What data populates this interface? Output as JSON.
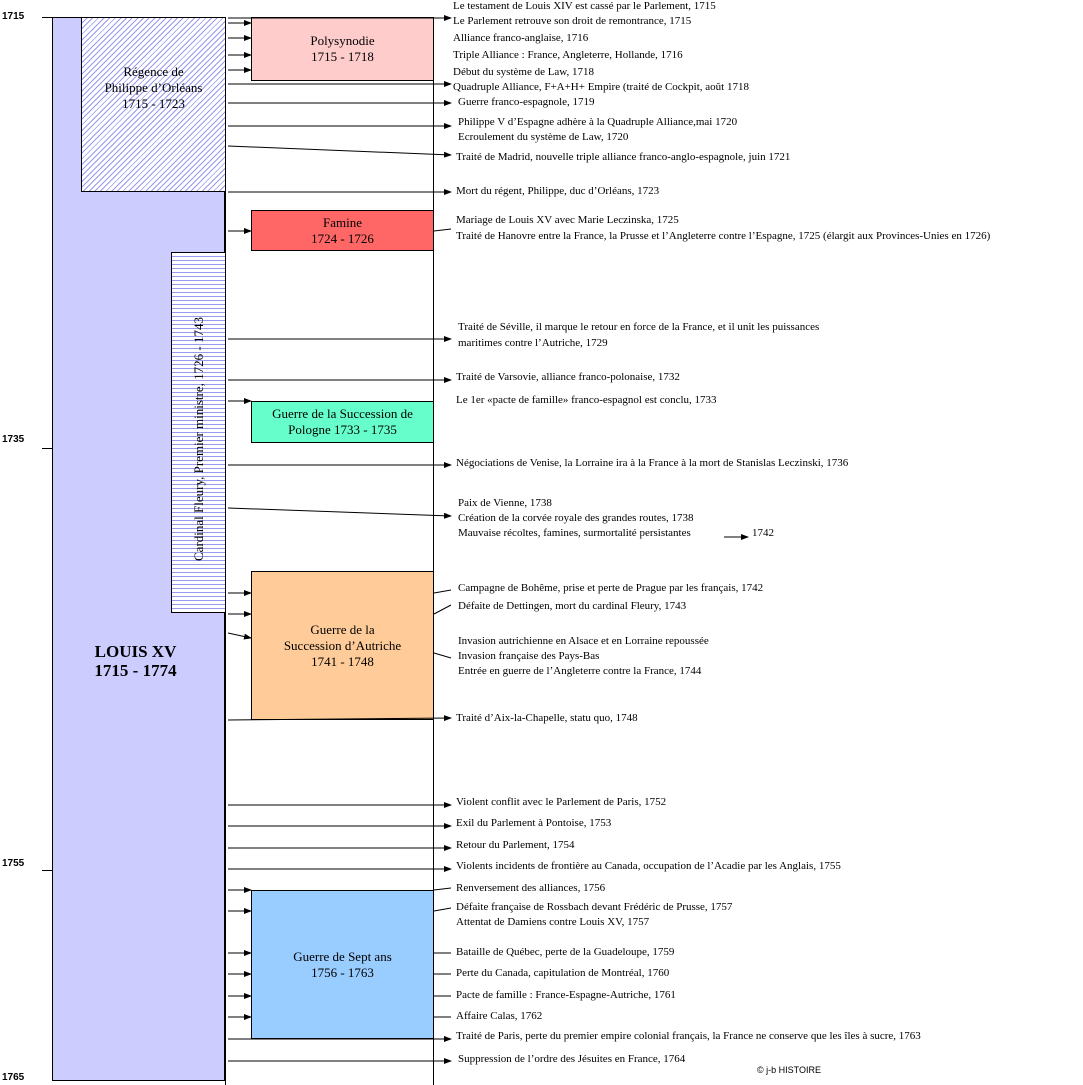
{
  "years": [
    "1715",
    "1735",
    "1755",
    "1765"
  ],
  "reign": {
    "name": "LOUIS XV",
    "dates": "1715 - 1774"
  },
  "regence": {
    "line1": "Régence de",
    "line2": "Philippe d’Orléans",
    "line3": "1715 - 1723"
  },
  "fleury": {
    "label": "Cardinal Fleury, Premier ministre, 1726 - 1743"
  },
  "boxes": {
    "polysynodie": {
      "line1": "Polysynodie",
      "line2": "1715 - 1718"
    },
    "famine": {
      "line1": "Famine",
      "line2": "1724 - 1726"
    },
    "pologne": {
      "line1": "Guerre de la Succession de",
      "line2": "Pologne 1733 - 1735"
    },
    "autriche": {
      "line1": "Guerre de la",
      "line2": "Succession d’Autriche",
      "line3": "1741 - 1748"
    },
    "septans": {
      "line1": "Guerre de Sept ans",
      "line2": "1756 - 1763"
    }
  },
  "events": [
    "Le testament de Louis XIV est cassé par le Parlement, 1715",
    "Le Parlement retrouve son droit de remontrance, 1715",
    "Alliance franco-anglaise, 1716",
    "Triple Alliance : France, Angleterre, Hollande, 1716",
    "Début du système de Law, 1718",
    "Quadruple Alliance, F+A+H+ Empire (traité de Cockpit, août 1718",
    "Guerre franco-espagnole, 1719",
    "Philippe V d’Espagne adhère à la Quadruple Alliance,mai 1720",
    "Ecroulement du système de Law, 1720",
    "Traité de Madrid, nouvelle triple alliance franco-anglo-espagnole, juin 1721",
    "Mort du régent, Philippe, duc d’Orléans, 1723",
    "Mariage de Louis XV avec Marie Leczinska, 1725",
    "Traité de Hanovre entre la France, la Prusse et l’Angleterre contre l’Espagne, 1725 (élargit aux Provinces-Unies en 1726)",
    "Traité de Séville, il marque le retour en force de la France, et il unit les puissances",
    "maritimes contre l’Autriche, 1729",
    "Traité de Varsovie, alliance franco-polonaise, 1732",
    "Le 1er «pacte de famille» franco-espagnol est conclu, 1733",
    "Négociations de Venise, la Lorraine ira à la France à la mort de Stanislas Leczinski, 1736",
    "Paix de Vienne, 1738",
    "Création de la corvée royale des grandes routes, 1738",
    "Mauvaise récoltes, famines, surmortalité persistantes",
    "1742",
    "Campagne de Bohême, prise et perte de Prague par les français, 1742",
    "Défaite de Dettingen, mort du cardinal Fleury, 1743",
    "Invasion autrichienne en Alsace et en Lorraine repoussée",
    "Invasion française des Pays-Bas",
    "Entrée en guerre de l’Angleterre contre la France, 1744",
    "Traité d’Aix-la-Chapelle, statu quo, 1748",
    "Violent conflit avec le Parlement de Paris, 1752",
    "Exil du Parlement à Pontoise, 1753",
    "Retour du Parlement, 1754",
    "Violents incidents de frontière au Canada, occupation de l’Acadie par les Anglais, 1755",
    "Renversement des alliances, 1756",
    "Défaite française de Rossbach devant Frédéric de Prusse, 1757",
    "Attentat de Damiens contre Louis XV, 1757",
    "Bataille de Québec, perte de la Guadeloupe, 1759",
    "Perte du Canada, capitulation de Montréal, 1760",
    "Pacte de famille : France-Espagne-Autriche, 1761",
    "Affaire Calas, 1762",
    "Traité de Paris, perte du premier empire colonial français, la France ne conserve que les îles à sucre, 1763",
    "Suppression de l’ordre des Jésuites en France, 1764"
  ],
  "credit": "© j-b HISTOIRE",
  "colors": {
    "reign": "#ccccff",
    "regence_hatch": "#9999ee",
    "fleury_stripe": "#9999ee",
    "polysynodie": "#ffcccc",
    "famine": "#ff6666",
    "pologne": "#66ffcc",
    "autriche": "#ffcc99",
    "septans": "#99ccff"
  }
}
